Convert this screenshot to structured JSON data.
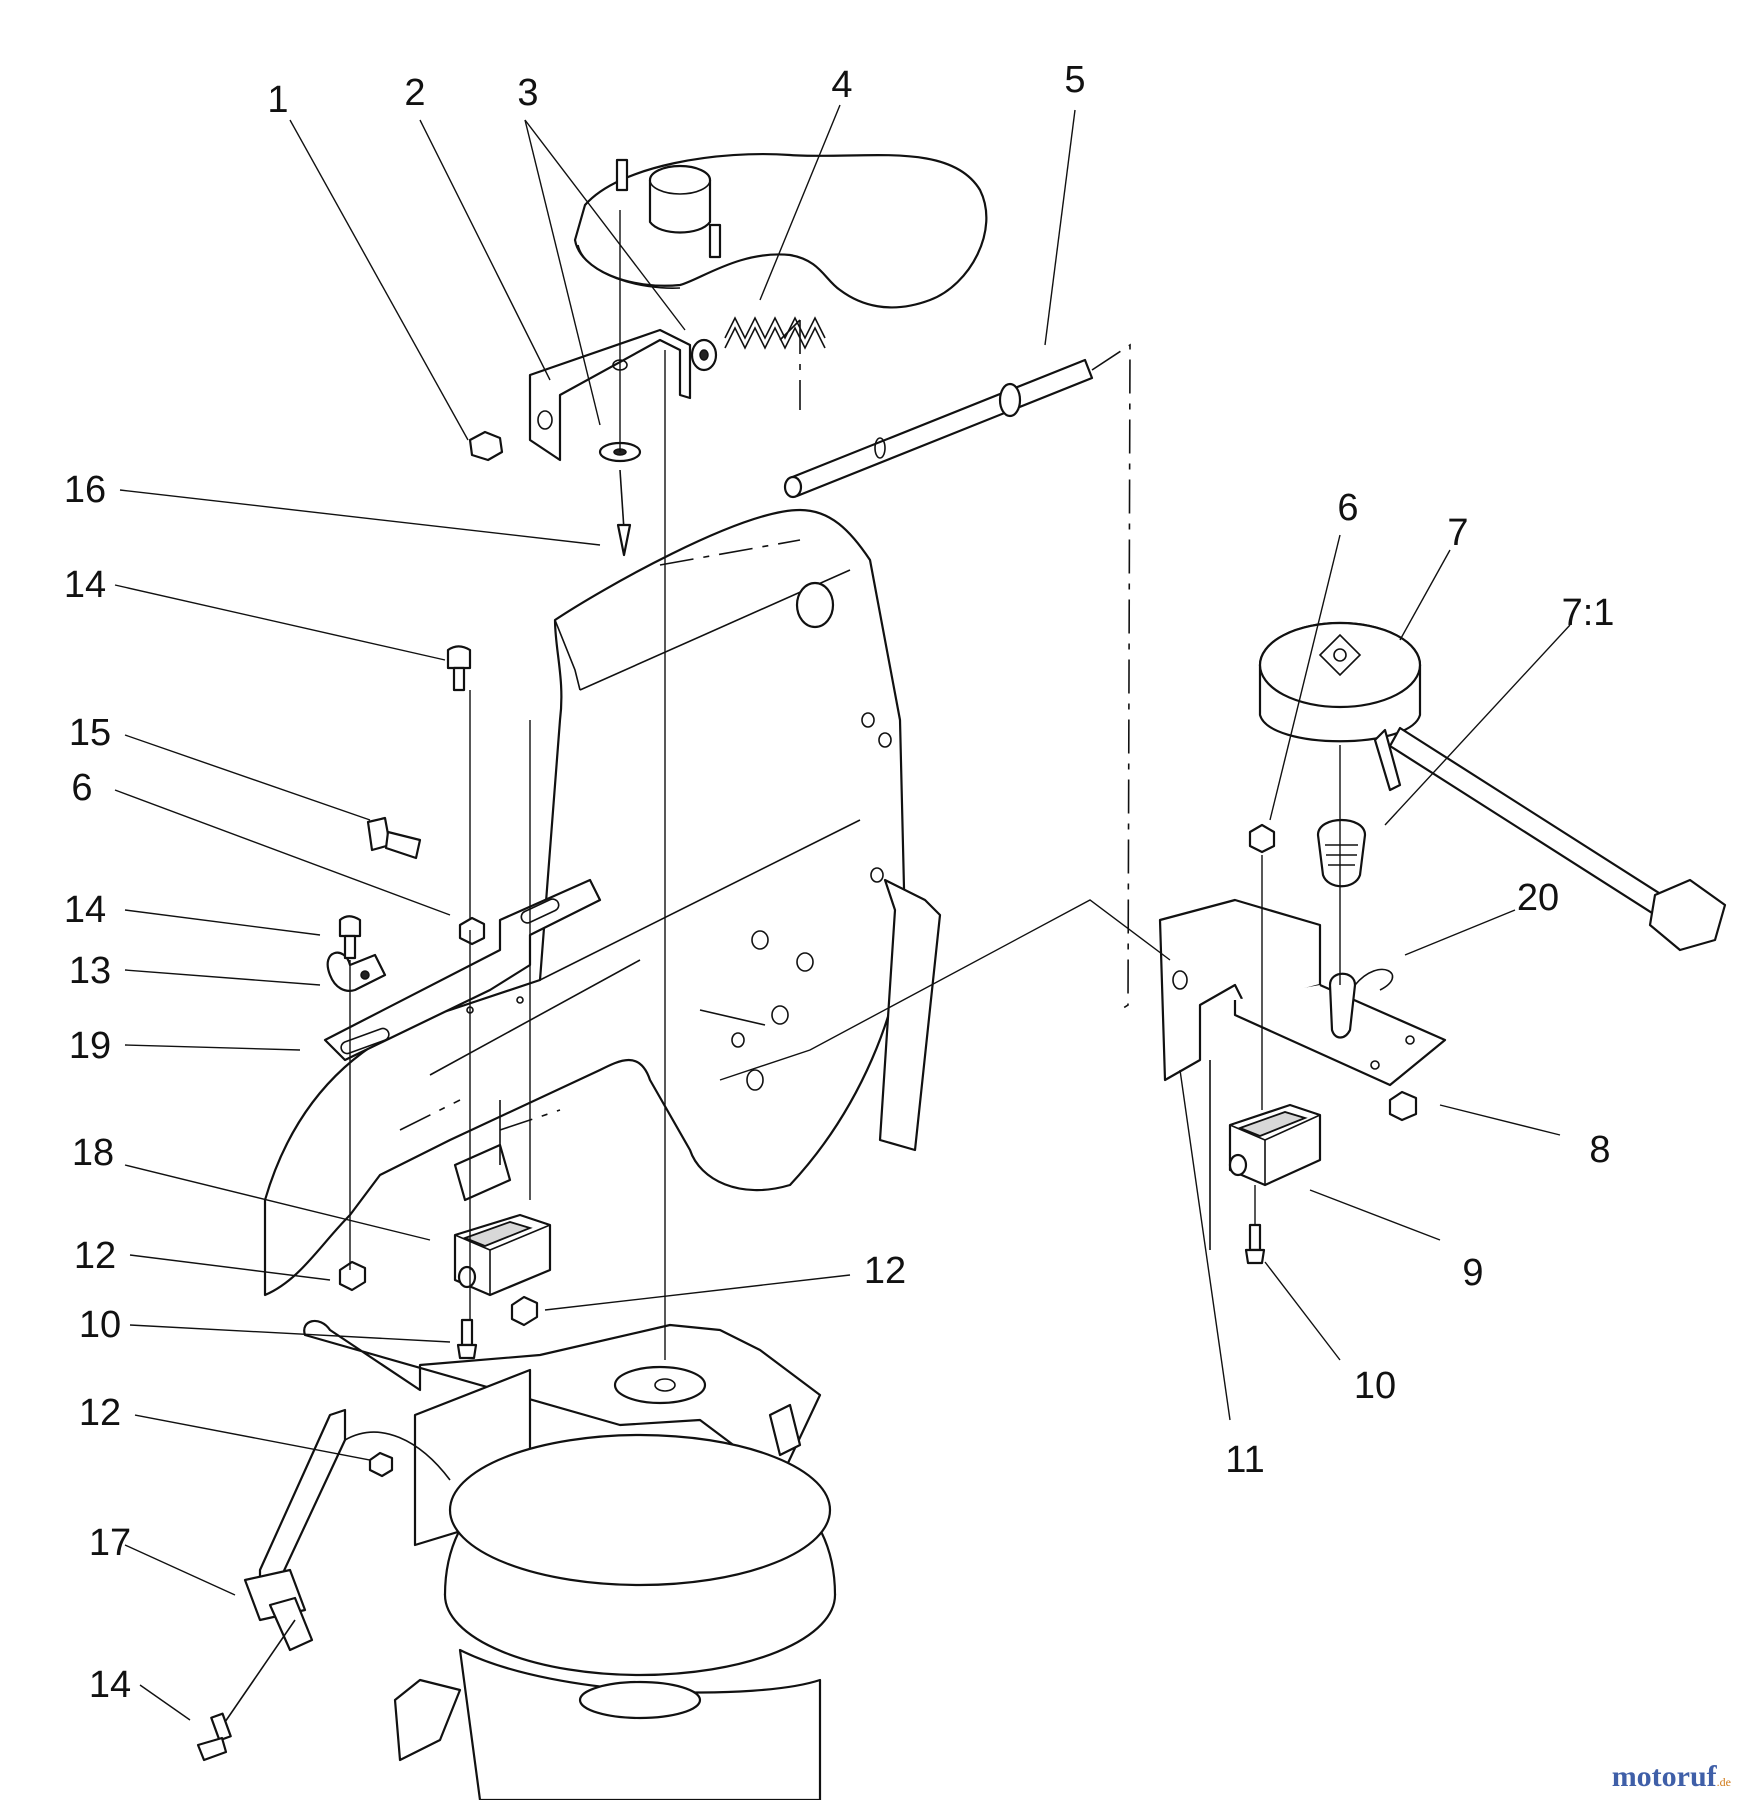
{
  "watermark": {
    "main": "motoruf",
    "tld": ".de"
  },
  "callouts": [
    {
      "id": "c1",
      "label": "1"
    },
    {
      "id": "c2",
      "label": "2"
    },
    {
      "id": "c3",
      "label": "3"
    },
    {
      "id": "c4",
      "label": "4"
    },
    {
      "id": "c5",
      "label": "5"
    },
    {
      "id": "c16",
      "label": "16"
    },
    {
      "id": "c14a",
      "label": "14"
    },
    {
      "id": "c15",
      "label": "15"
    },
    {
      "id": "c6a",
      "label": "6"
    },
    {
      "id": "c14b",
      "label": "14"
    },
    {
      "id": "c13",
      "label": "13"
    },
    {
      "id": "c19",
      "label": "19"
    },
    {
      "id": "c18",
      "label": "18"
    },
    {
      "id": "c12a",
      "label": "12"
    },
    {
      "id": "c12b",
      "label": "12"
    },
    {
      "id": "c10a",
      "label": "10"
    },
    {
      "id": "c12c",
      "label": "12"
    },
    {
      "id": "c17",
      "label": "17"
    },
    {
      "id": "c14c",
      "label": "14"
    },
    {
      "id": "c6b",
      "label": "6"
    },
    {
      "id": "c7",
      "label": "7"
    },
    {
      "id": "c71",
      "label": "7:1"
    },
    {
      "id": "c20",
      "label": "20"
    },
    {
      "id": "c8",
      "label": "8"
    },
    {
      "id": "c9",
      "label": "9"
    },
    {
      "id": "c10b",
      "label": "10"
    },
    {
      "id": "c11",
      "label": "11"
    }
  ]
}
